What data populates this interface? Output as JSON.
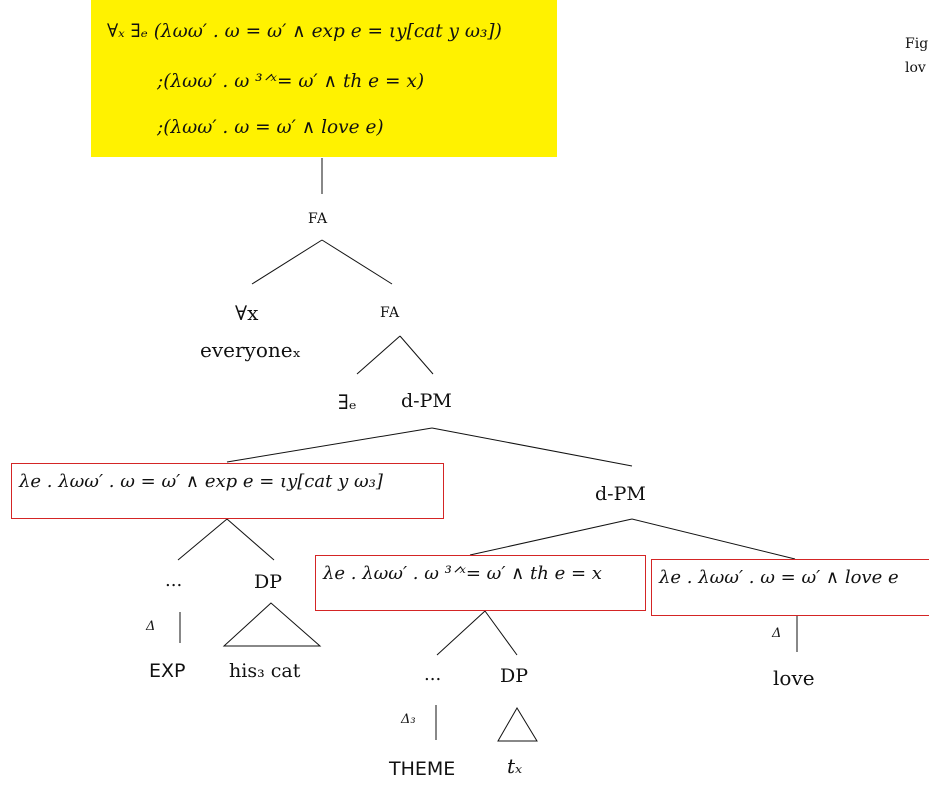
{
  "root_formula": {
    "line1": "∀ₓ ∃ₑ (λωω′ . ω = ω′ ∧ exp e = ιy[cat y ω₃])",
    "line2": ";(λωω′ . ω ³ᐟˣ= ω′ ∧ th e = x)",
    "line3": ";(λωω′ . ω = ω′ ∧ love e)"
  },
  "caption": {
    "line1": "Fig",
    "line2": "lov"
  },
  "tree": {
    "fa_top": "FA",
    "forall_x": "∀x",
    "everyone": "everyoneₓ",
    "fa_mid": "FA",
    "exists_e": "∃ₑ",
    "dpm_top": "d-PM",
    "box_exp": "λe . λωω′ . ω = ω′ ∧ exp e = ιy[cat y ω₃]",
    "dpm_mid": "d-PM",
    "dots_left": "...",
    "dp_left": "DP",
    "delta_left": "Δ",
    "exp_leaf": "EXP",
    "his_cat": "his₃ cat",
    "box_theme": "λe . λωω′ . ω ³ᐟˣ= ω′ ∧ th e = x",
    "dots_mid": "...",
    "dp_mid": "DP",
    "delta3": "Δ₃",
    "theme_leaf": "THEME",
    "t_x": "tₓ",
    "box_love": "λe . λωω′ . ω = ω′ ∧ love e",
    "delta_right": "Δ",
    "love_leaf": "love"
  },
  "colors": {
    "highlight": "#fff200",
    "box_border": "#d42525",
    "ink": "#111111"
  }
}
